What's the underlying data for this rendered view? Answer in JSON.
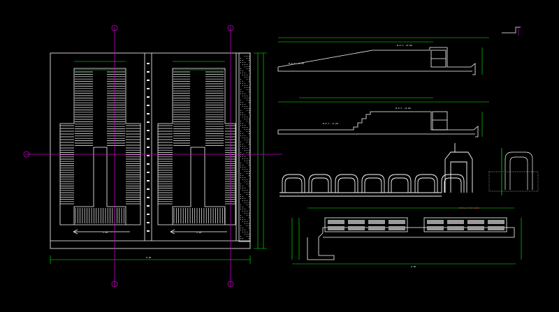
{
  "drawing": {
    "background": "#000000",
    "colors": {
      "outline": "#ffffff",
      "dimension": "#00ff00",
      "dimension_alt": "#ffff00",
      "axis": "#c000c0",
      "title": "#ff3030",
      "hatch": "#bfbfbf"
    }
  },
  "labels": {
    "direction_left_1": "1.20",
    "direction_left_2": "1.20",
    "total_bottom": "9.20",
    "section_top_level": "N.P.T. +1.20",
    "section_top_level_2": "N.P.T. +0.60",
    "section_mid_level": "N.P.T. +1.20",
    "section_mid_level_2": "N.P.T. +0.60",
    "detail_title": "DETALLE ESCALERA",
    "elevation_total": "9.20"
  }
}
